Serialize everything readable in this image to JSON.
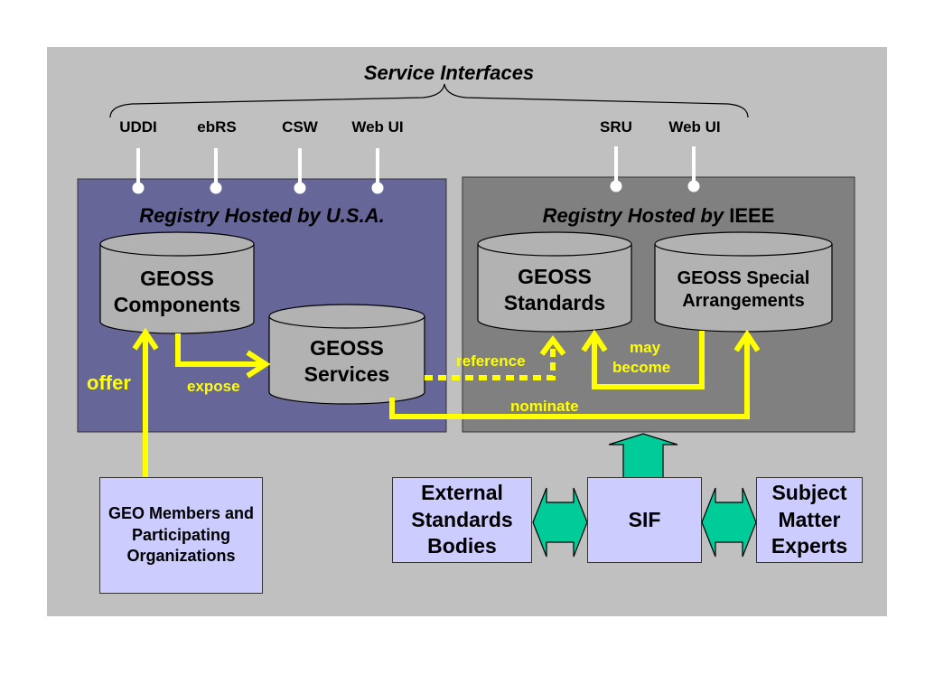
{
  "title": "Service Interfaces",
  "interfaces": {
    "left": [
      "UDDI",
      "ebRS",
      "CSW",
      "Web UI"
    ],
    "right": [
      "SRU",
      "Web UI"
    ]
  },
  "registry_usa": {
    "title": "Registry Hosted by U.S.A.",
    "components": "GEOSS Components",
    "services": "GEOSS Services"
  },
  "registry_ieee": {
    "title_italic": "Registry Hosted by",
    "title_org": "IEEE",
    "standards": "GEOSS Standards",
    "special": "GEOSS Special Arrangements"
  },
  "flows": {
    "offer": "offer",
    "expose": "expose",
    "reference": "reference",
    "may_become_1": "may",
    "may_become_2": "become",
    "nominate": "nominate"
  },
  "boxes": {
    "geo_members": "GEO Members and Participating Organizations",
    "external": "External Standards Bodies",
    "sif": "SIF",
    "sme": "Subject Matter Experts"
  },
  "colors": {
    "background_panel": "#c0c0c0",
    "usa_registry": "#666699",
    "ieee_registry": "#808080",
    "cylinder": "#b2b2b2",
    "flow_arrow": "#ffff00",
    "box_fill": "#ccccff",
    "exchange_arrow": "#00cc99"
  }
}
